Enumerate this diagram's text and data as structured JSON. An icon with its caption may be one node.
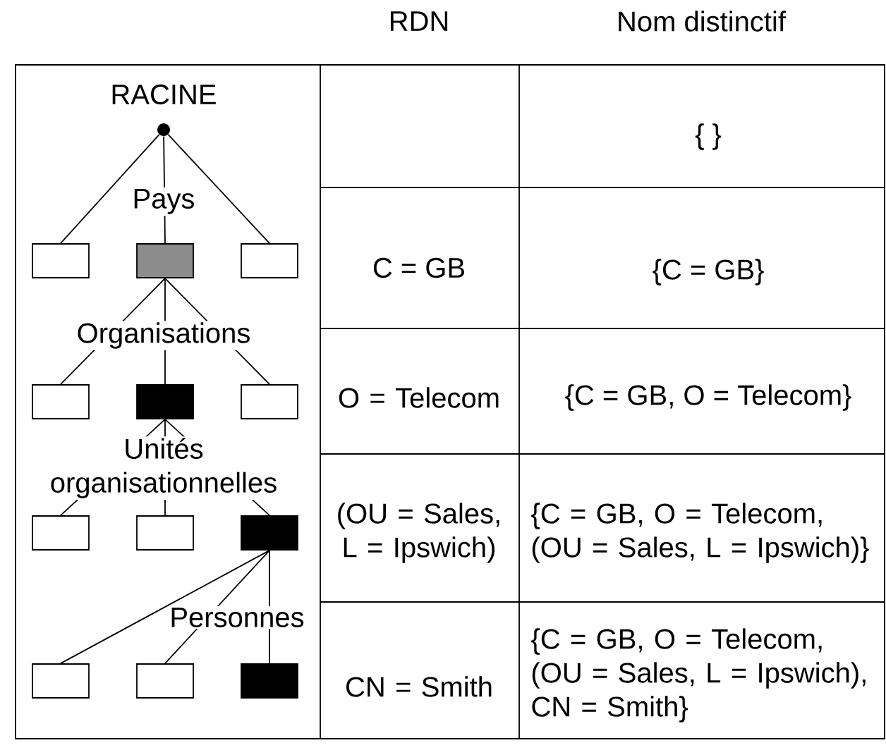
{
  "diagram": {
    "nodes": [
      {
        "text": [],
        "shape": "circle"
      },
      {
        "text": [],
        "shape": "box"
      },
      {
        "text": [],
        "shape": "box"
      },
      {
        "text": [],
        "shape": "box"
      },
      {
        "text": [],
        "shape": "box"
      },
      {
        "text": [],
        "shape": "box"
      },
      {
        "text": [],
        "shape": "box"
      },
      {
        "text": [],
        "shape": "box"
      },
      {
        "text": [],
        "shape": "box"
      },
      {
        "text": [],
        "shape": "box"
      },
      {
        "text": [],
        "shape": "box"
      },
      {
        "text": [],
        "shape": "box"
      },
      {
        "text": [],
        "shape": "box"
      }
    ],
    "edges": [
      {
        "from": 0,
        "to": 1,
        "arrow": "none"
      },
      {
        "from": 0,
        "to": 2,
        "arrow": "none"
      },
      {
        "from": 0,
        "to": 3,
        "arrow": "none"
      },
      {
        "from": 2,
        "to": 4,
        "arrow": "none"
      },
      {
        "from": 2,
        "to": 5,
        "arrow": "none"
      },
      {
        "from": 2,
        "to": 6,
        "arrow": "none"
      },
      {
        "from": 5,
        "to": 7,
        "arrow": "none"
      },
      {
        "from": 5,
        "to": 8,
        "arrow": "none"
      },
      {
        "from": 5,
        "to": 9,
        "arrow": "none"
      },
      {
        "from": 9,
        "to": 10,
        "arrow": "none"
      },
      {
        "from": 9,
        "to": 11,
        "arrow": "none"
      },
      {
        "from": 9,
        "to": 12,
        "arrow": "none"
      }
    ],
    "labels": [
      "RDN",
      "Nom distinctif",
      "RACINE",
      "{ }",
      "Pays",
      "C = GB",
      "{C = GB}",
      "Organisations",
      "O = Telecom",
      "{C = GB, O = Telecom}",
      "Unités organisationnelles",
      "(OU = Sales, L = Ipswich)",
      "{C = GB, O = Telecom, (OU = Sales, L = Ipswich)}",
      "Personnes",
      "CN = Smith",
      "{C = GB, O = Telecom, (OU = Sales, L = Ipswich), CN = Smith}"
    ]
  }
}
